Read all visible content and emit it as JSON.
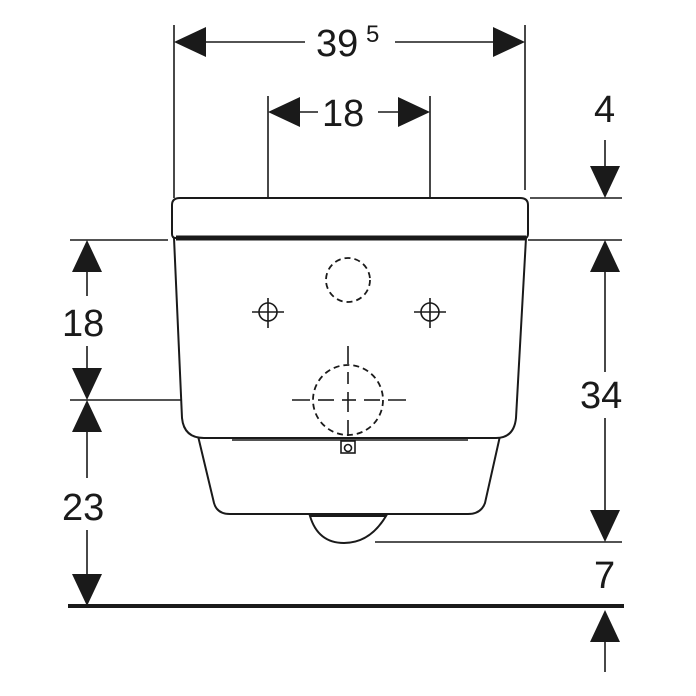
{
  "diagram": {
    "dimensions": {
      "total_width": {
        "value": "39",
        "superscript": "5"
      },
      "bolt_spacing": "18",
      "lid_height": "4",
      "height_to_center": "18",
      "body_height": "34",
      "center_to_floor": "23",
      "bottom_clearance": "7"
    }
  }
}
